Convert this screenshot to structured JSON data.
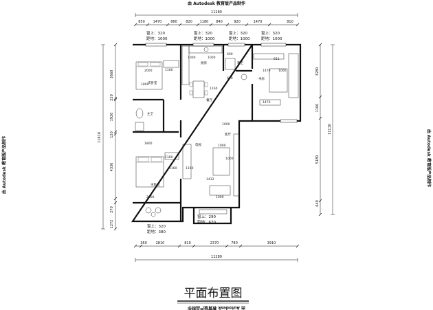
{
  "watermark": "由 Autodesk 教育版产品制作",
  "title": "平面布置图",
  "top_dims": {
    "overall": "11280",
    "segments": [
      "850",
      "1470",
      "860",
      "820",
      "1180",
      "840",
      "920",
      "1470",
      "810"
    ]
  },
  "bottom_dims": {
    "overall": "11280",
    "segments": [
      "360",
      "2810",
      "810",
      "2370",
      "780",
      "3910"
    ]
  },
  "left_dims": {
    "overall": "11810",
    "segments": [
      "3660",
      "220",
      "1920",
      "120",
      "4330",
      "270",
      "1272"
    ]
  },
  "right_dims": {
    "overall": "11110",
    "segments": [
      "3280",
      "1160",
      "5180",
      "640"
    ]
  },
  "window_notes": [
    {
      "sill": "窗上：320",
      "height": "距地：1000"
    },
    {
      "sill": "窗上：320",
      "height": "距地：1000"
    },
    {
      "sill": "窗上：320",
      "height": "距地：1000"
    },
    {
      "sill": "窗上：320",
      "height": "距地：1000"
    },
    {
      "sill": "窗上：320",
      "height": "距地：380"
    },
    {
      "sill": "窗上：290",
      "height": "距地：670"
    }
  ],
  "rooms": {
    "second_bedroom": "次卧室",
    "kitchen": "厨房",
    "dining": "餐厅",
    "study": "书房",
    "bath_main": "主卫",
    "bath_second": "客卫",
    "master_bedroom": "主卧室",
    "living": "客厅",
    "tv_area": "电视"
  },
  "inner_dims": [
    "2000",
    "1160",
    "1800",
    "1160",
    "2000",
    "1800",
    "1160",
    "1000",
    "1000",
    "1470",
    "1000",
    "1160",
    "1000",
    "1000",
    "1160",
    "600",
    "600",
    "1000",
    "1470",
    "611",
    "1000",
    "1412"
  ]
}
